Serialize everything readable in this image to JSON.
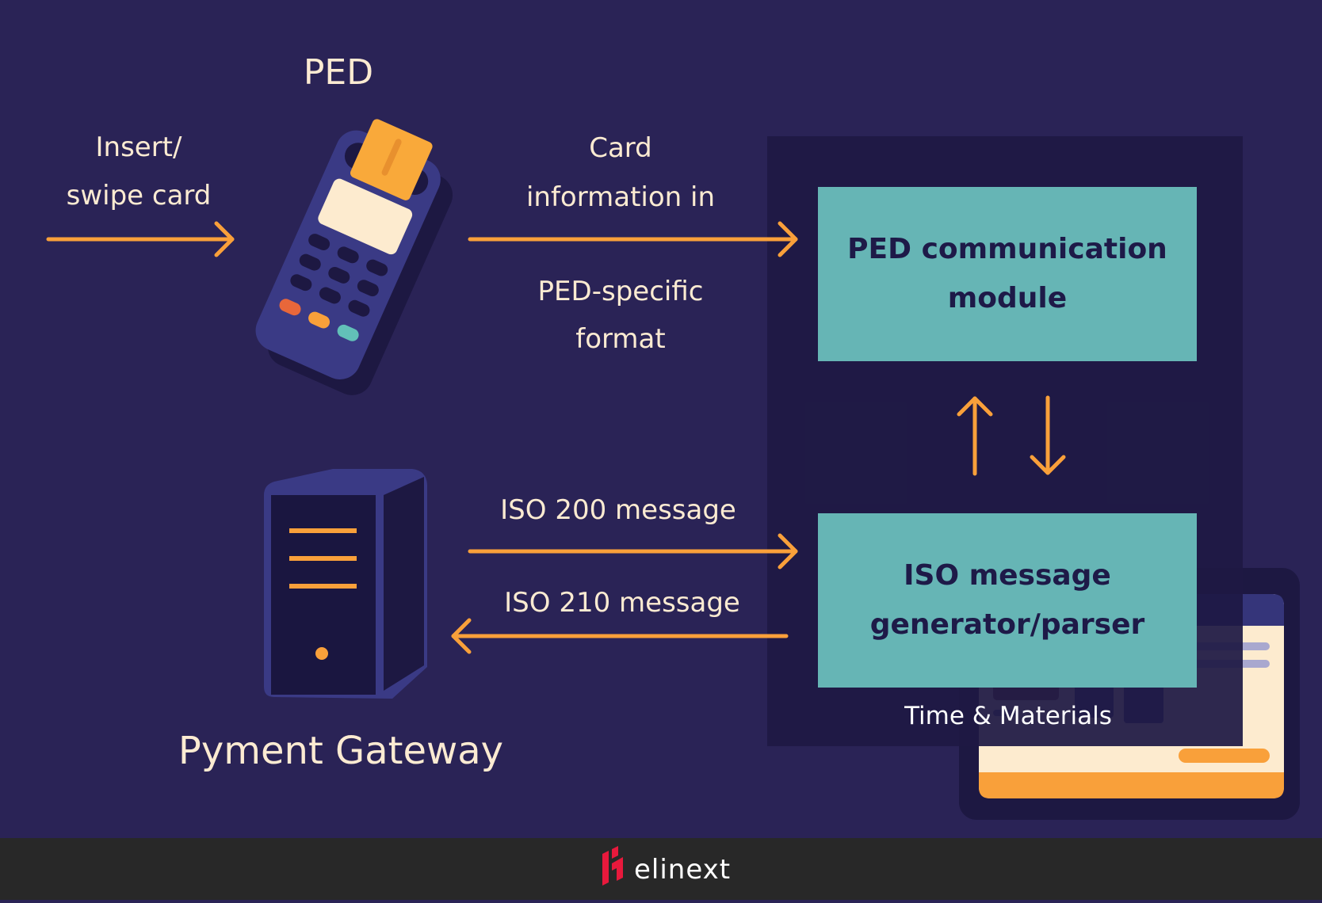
{
  "colors": {
    "background": "#2a2356",
    "panel": "#1e1944",
    "accent_orange": "#f9a03a",
    "teal_box": "#66b5b5",
    "box_text": "#1e1a48",
    "label_text": "#fcebd2",
    "footer": "#282828",
    "logo_red": "#e8193c"
  },
  "ped": {
    "title": "PED",
    "input_label_line1": "Insert/",
    "input_label_line2": "swipe card",
    "icon": "card-terminal-icon"
  },
  "ped_to_module": {
    "label_line1": "Card",
    "label_line2": "information in",
    "label_line3": "PED-specific",
    "label_line4": "format"
  },
  "gateway": {
    "title": "Pyment Gateway",
    "icon": "server-tower-icon",
    "outgoing_label": "ISO 200 message",
    "incoming_label": "ISO 210 message"
  },
  "system": {
    "module_top_line1": "PED communication",
    "module_top_line2": "module",
    "module_bottom_line1": "ISO message",
    "module_bottom_line2": "generator/parser",
    "caption": "Time & Materials",
    "background_icon": "tablet-dashboard-icon"
  },
  "footer": {
    "logo_text": "elinext",
    "logo_icon": "elinext-logo-icon"
  }
}
